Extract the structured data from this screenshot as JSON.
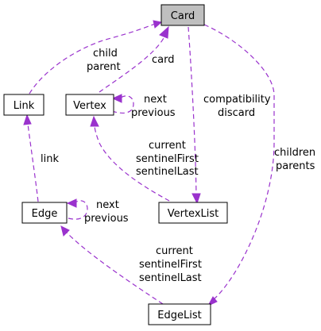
{
  "diagram": {
    "colors": {
      "edge": "#9a32cd",
      "node_fill": "#ffffff",
      "node_fill_highlighted": "#bfbfbf",
      "node_border": "#000000",
      "text": "#000000"
    },
    "nodes": {
      "card": {
        "label": "Card",
        "highlighted": true
      },
      "link": {
        "label": "Link"
      },
      "vertex": {
        "label": "Vertex"
      },
      "edge": {
        "label": "Edge"
      },
      "vertexlist": {
        "label": "VertexList"
      },
      "edgelist": {
        "label": "EdgeList"
      }
    },
    "edge_labels": {
      "link_card": [
        "child",
        "parent"
      ],
      "vertex_card": [
        "card"
      ],
      "vertex_self": [
        "next",
        "previous"
      ],
      "card_vertexlist": [
        "compatibility",
        "discard"
      ],
      "card_edgelist": [
        "children",
        "parents"
      ],
      "edge_link": [
        "link"
      ],
      "vertexlist_vertex": [
        "current",
        "sentinelFirst",
        "sentinelLast"
      ],
      "edge_self": [
        "next",
        "previous"
      ],
      "edgelist_edge": [
        "current",
        "sentinelFirst",
        "sentinelLast"
      ]
    }
  }
}
